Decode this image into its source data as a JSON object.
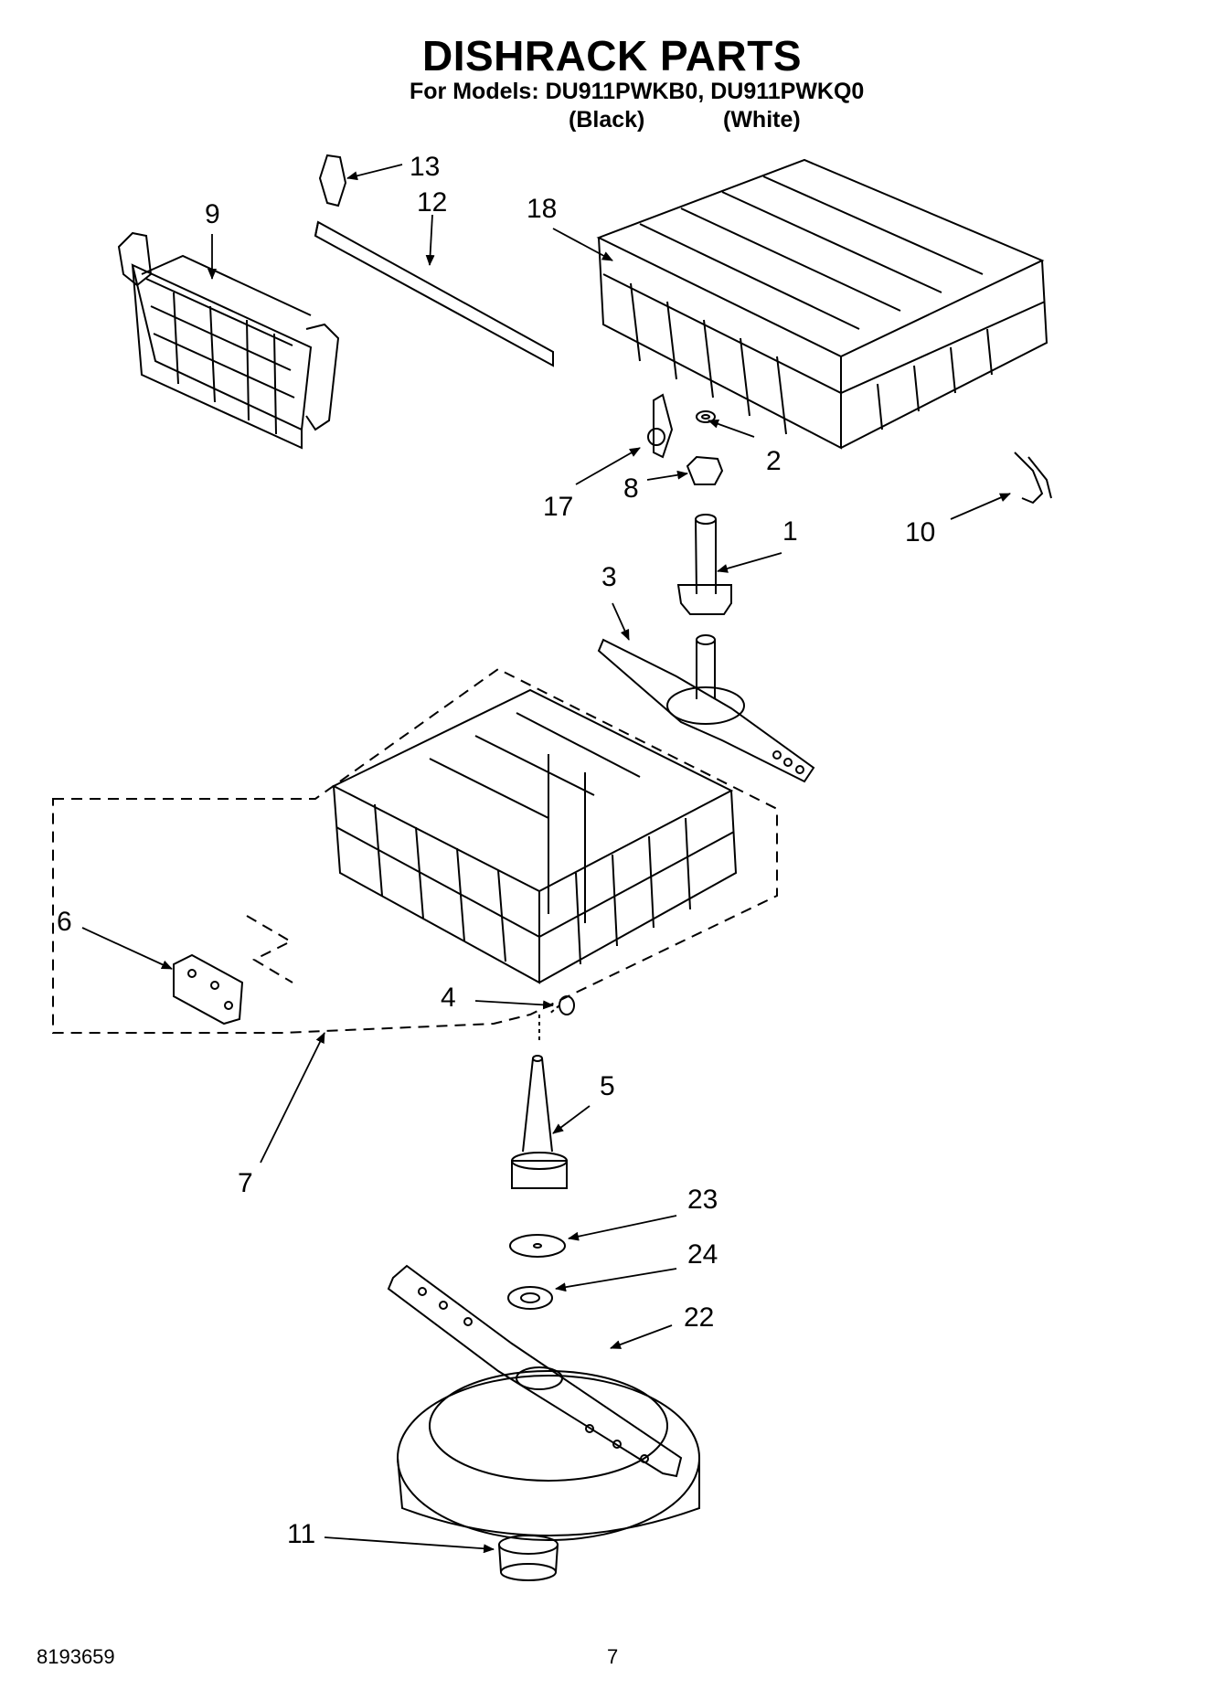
{
  "header": {
    "title": "DISHRACK PARTS",
    "models_line": "For Models: DU911PWKB0, DU911PWKQ0",
    "variant_black": "(Black)",
    "variant_white": "(White)"
  },
  "callouts": [
    {
      "id": "c13",
      "label": "13"
    },
    {
      "id": "c12",
      "label": "12"
    },
    {
      "id": "c9",
      "label": "9"
    },
    {
      "id": "c18",
      "label": "18"
    },
    {
      "id": "c2",
      "label": "2"
    },
    {
      "id": "c8",
      "label": "8"
    },
    {
      "id": "c17",
      "label": "17"
    },
    {
      "id": "c10",
      "label": "10"
    },
    {
      "id": "c1",
      "label": "1"
    },
    {
      "id": "c3",
      "label": "3"
    },
    {
      "id": "c6",
      "label": "6"
    },
    {
      "id": "c4",
      "label": "4"
    },
    {
      "id": "c7",
      "label": "7"
    },
    {
      "id": "c5",
      "label": "5"
    },
    {
      "id": "c23",
      "label": "23"
    },
    {
      "id": "c24",
      "label": "24"
    },
    {
      "id": "c22",
      "label": "22"
    },
    {
      "id": "c11",
      "label": "11"
    }
  ],
  "footer": {
    "doc_number": "8193659",
    "page_number": "7"
  }
}
